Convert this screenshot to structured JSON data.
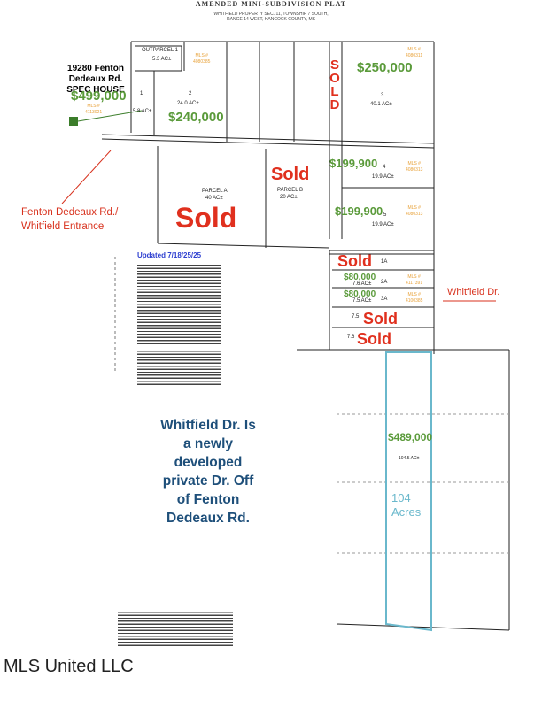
{
  "plat": {
    "title": "AMENDED MINI-SUBDIVISION PLAT",
    "subtitle_line1": "WHITFIELD PROPERTY SEC. 11, TOWNSHIP 7 SOUTH,",
    "subtitle_line2": "RANGE 14 WEST, HANCOCK COUNTY, MS",
    "updated": "Updated 7/18/25/25"
  },
  "parcels": {
    "spec_house": {
      "address_line1": "19280 Fenton",
      "address_line2": "Dedeaux Rd.",
      "label": "SPEC HOUSE",
      "price": "$499,000",
      "mls_label": "MLS #",
      "mls_number": "4113021",
      "lot": "1",
      "acres": "5.8 AC±"
    },
    "outparcel": {
      "label": "OUTPARCEL 1",
      "acres": "5.3 AC±"
    },
    "lot2": {
      "lot": "2",
      "acres": "24.0 AC±",
      "price": "$240,000",
      "mls_label": "MLS #",
      "mls_number": "4080385"
    },
    "lot3": {
      "lot": "3",
      "acres": "40.1 AC±",
      "price": "$250,000",
      "mls_label": "MLS #",
      "mls_number": "4080311",
      "sold_vertical": [
        "S",
        "O",
        "L",
        "D"
      ]
    },
    "parcel_a": {
      "label": "PARCEL A",
      "acres": "40 AC±",
      "status": "Sold"
    },
    "parcel_b": {
      "label": "PARCEL B",
      "acres": "20 AC±",
      "status": "Sold"
    },
    "lot4": {
      "lot": "4",
      "acres": "19.9 AC±",
      "price": "$199,900",
      "mls_label": "MLS #",
      "mls_number": "4080313"
    },
    "lot5": {
      "lot": "5",
      "acres": "19.9 AC±",
      "price": "$199,900",
      "mls_label": "MLS #",
      "mls_number": "4080313"
    },
    "lot1a": {
      "lot": "1A",
      "status": "Sold"
    },
    "lot2a": {
      "lot": "2A",
      "acres": "7.6 AC±",
      "price": "$80,000",
      "mls_label": "MLS #",
      "mls_number": "4117391"
    },
    "lot3a": {
      "lot": "3A",
      "acres": "7.5 AC±",
      "price": "$80,000",
      "mls_label": "MLS #",
      "mls_number": "4100385"
    },
    "lot4a": {
      "acres": "7.5",
      "status": "Sold"
    },
    "lot5a": {
      "acres": "7.6",
      "status": "Sold"
    },
    "large": {
      "price": "$489,000",
      "acres": "104.5 AC±",
      "label": "104 Acres"
    }
  },
  "annotations": {
    "entrance": [
      "Fenton Dedeaux Rd./",
      "Whitfield Entrance"
    ],
    "whitfield_dr": "Whitfield Dr.",
    "description": [
      "Whitfield Dr.  Is",
      "a newly",
      "developed",
      "private Dr. Off",
      "of Fenton",
      "Dedeaux Rd."
    ]
  },
  "watermark": "MLS United LLC",
  "colors": {
    "price": "#5a9a3a",
    "sold": "#e0301e",
    "mls": "#e8a23a",
    "description": "#1e4f7a",
    "parcel_outline": "#6ab8cc",
    "updated": "#2d3fd0"
  }
}
